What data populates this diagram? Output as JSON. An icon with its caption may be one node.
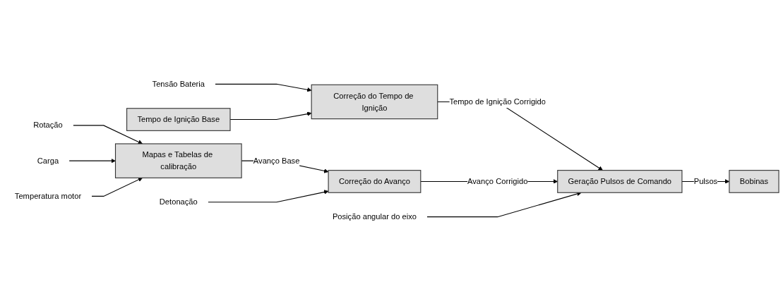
{
  "diagram": {
    "nodes": [
      {
        "text": [
          "Tensão Bateria"
        ]
      },
      {
        "text": [
          "Tempo de Ignição Base"
        ]
      },
      {
        "text": [
          "Correção do Tempo de Ignição"
        ]
      },
      {
        "text": [
          "Geração Pulsos de Comando"
        ]
      },
      {
        "text": [
          "Bobinas"
        ]
      },
      {
        "text": [
          "Rotação"
        ]
      },
      {
        "text": [
          "Carga"
        ]
      },
      {
        "text": [
          "Temperatura motor"
        ]
      },
      {
        "text": [
          "Mapas e Tabelas de calibração"
        ]
      },
      {
        "text": [
          "Correção do Avanço"
        ]
      },
      {
        "text": [
          "Posição angular do eixo"
        ]
      },
      {
        "text": [
          "Detonação"
        ]
      }
    ],
    "edges": [
      {
        "from": 0,
        "to": 2,
        "arrow": "to"
      },
      {
        "from": 1,
        "to": 2,
        "arrow": "to"
      },
      {
        "from": 2,
        "to": 3,
        "arrow": "to",
        "label": "Tempo de Ignição Corrigido"
      },
      {
        "from": 3,
        "to": 4,
        "arrow": "to",
        "label": "Pulsos"
      },
      {
        "from": 5,
        "to": 8,
        "arrow": "to"
      },
      {
        "from": 6,
        "to": 8,
        "arrow": "to"
      },
      {
        "from": 7,
        "to": 8,
        "arrow": "to"
      },
      {
        "from": 8,
        "to": 9,
        "arrow": "to",
        "label": "Avanço Base"
      },
      {
        "from": 9,
        "to": 3,
        "arrow": "to",
        "label": "Avanço Corrigido"
      },
      {
        "from": 10,
        "to": 3,
        "arrow": "to"
      },
      {
        "from": 11,
        "to": 9,
        "arrow": "to"
      }
    ]
  }
}
